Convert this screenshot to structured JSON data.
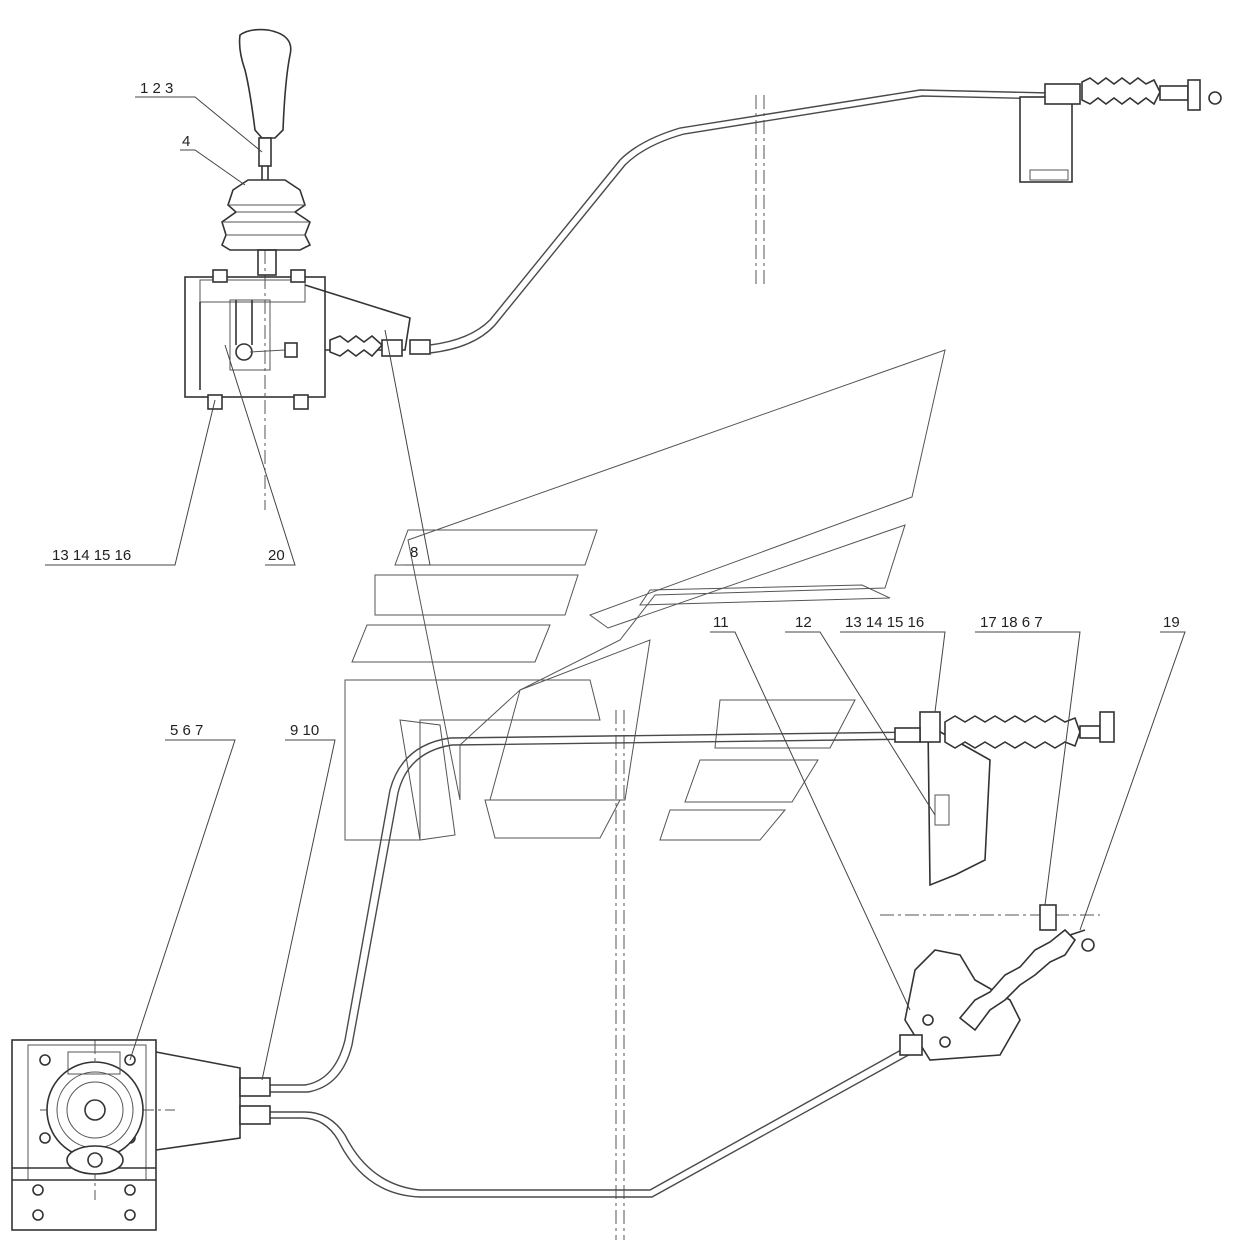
{
  "callouts": {
    "top_123": "1 2 3",
    "top_4": "4",
    "top_13_16": "13 14 15 16",
    "top_20": "20",
    "mid_8": "8",
    "bot_5_7": "5 6 7",
    "bot_9_10": "9 10",
    "bot_11": "11",
    "bot_12": "12",
    "bot_13_16": "13 14 15 16",
    "bot_17_7": "17 18 6 7",
    "bot_19": "19"
  }
}
